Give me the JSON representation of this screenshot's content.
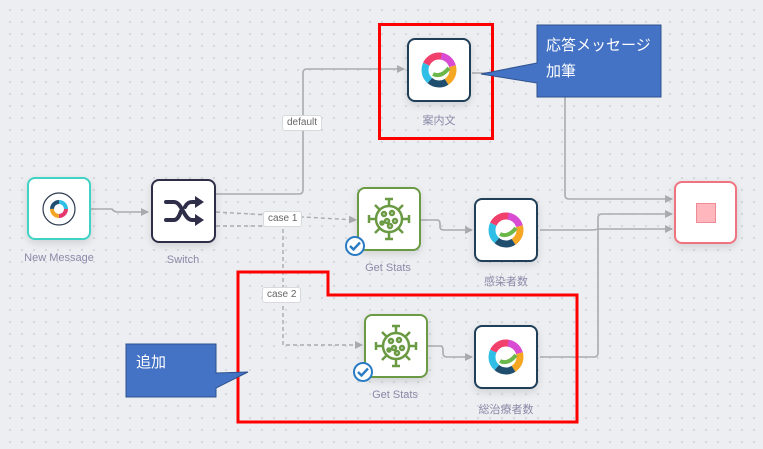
{
  "flow": {
    "nodes": {
      "new_message": {
        "label": "New Message",
        "icon": "webex-bot-icon"
      },
      "switch": {
        "label": "Switch",
        "icon": "shuffle-icon"
      },
      "guide_text": {
        "label": "案内文",
        "icon": "webex-icon"
      },
      "get_stats_1": {
        "label": "Get Stats",
        "icon": "virus-icon",
        "validated": true
      },
      "infected_count": {
        "label": "感染者数",
        "icon": "webex-icon"
      },
      "get_stats_2": {
        "label": "Get Stats",
        "icon": "virus-icon",
        "validated": true
      },
      "recovered_count": {
        "label": "総治療者数",
        "icon": "webex-icon"
      },
      "end": {
        "label": "",
        "icon": "stop-icon"
      }
    },
    "edge_labels": {
      "default": "default",
      "case1": "case 1",
      "case2": "case 2"
    }
  },
  "annotations": {
    "top_callout": {
      "line1": "応答メッセージ",
      "line2": "加筆"
    },
    "bottom_callout": {
      "text": "追加"
    }
  },
  "colors": {
    "highlight": "#ff0000",
    "callout": "#4472c4",
    "wire": "#a9abae"
  }
}
